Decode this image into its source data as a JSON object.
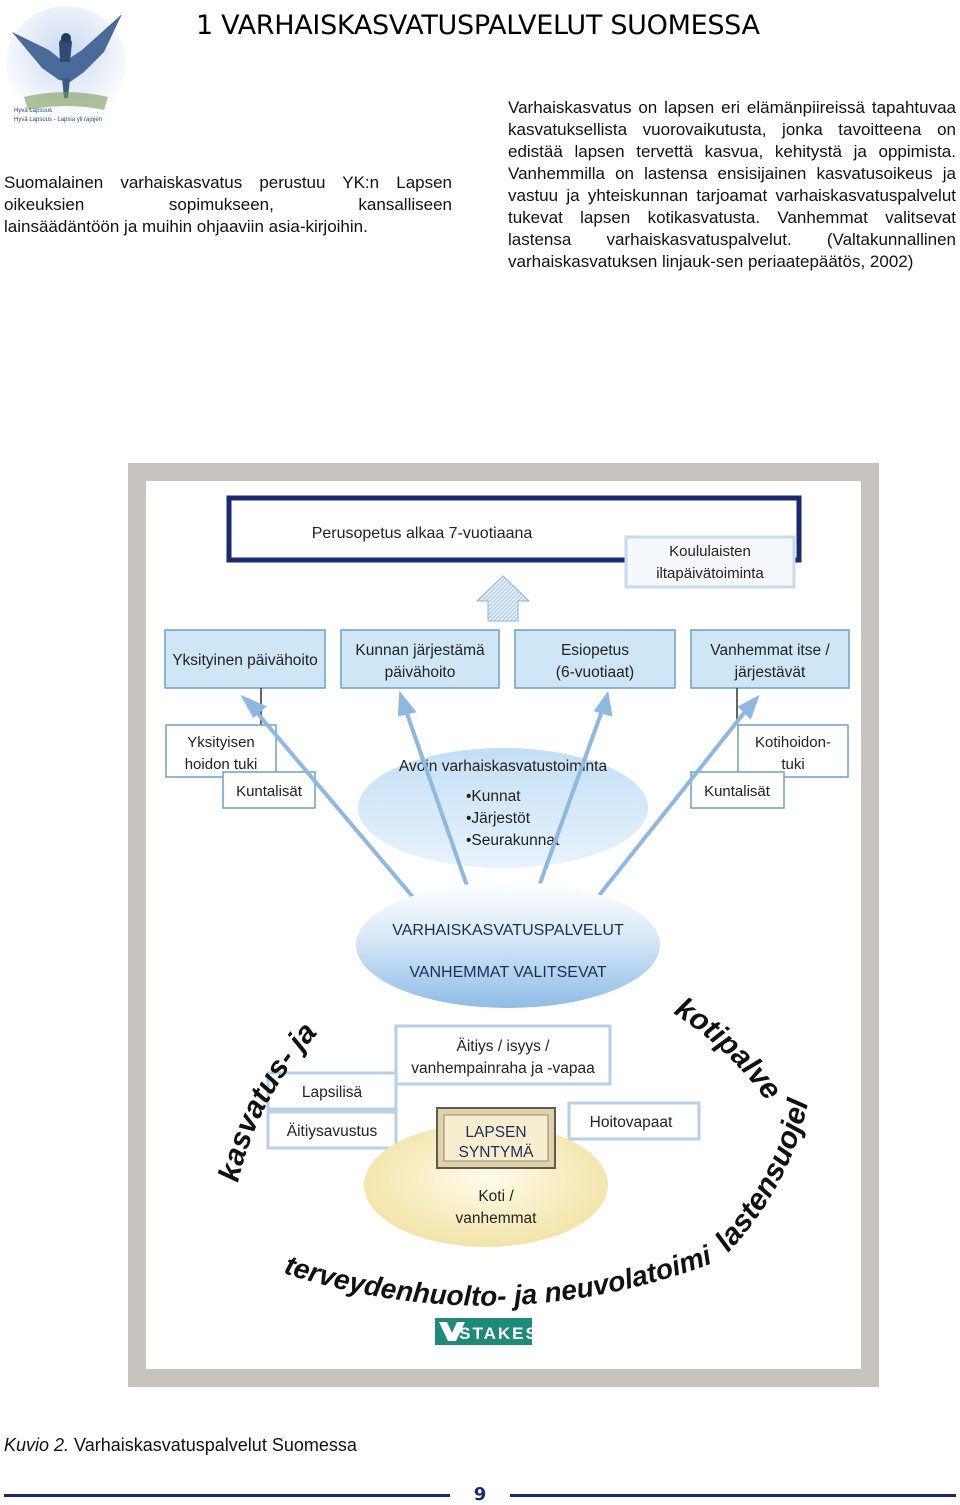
{
  "header": {
    "title": "1  VARHAISKASVATUSPALVELUT SUOMESSA",
    "logo_caption_1": "Hyvä Lapsuus",
    "logo_caption_2": "Hyvä Lapsuus - Lapsia yli rajojen"
  },
  "left_paragraph": {
    "lines": [
      "Suomalainen varhaiskasvatus perustuu YK:n",
      "Lapsen oikeuksien sopimukseen, kansalliseen",
      "lainsäädäntöön ja muihin ohjaaviin asia-kirjoihin."
    ]
  },
  "right_paragraph": {
    "text": "Varhaiskasvatus on lapsen eri elämänpiireissä tapahtuvaa kasvatuksellista vuorovaikutusta, jonka tavoitteena on edistää lapsen tervettä kasvua, kehitystä ja oppimista. Vanhemmilla on lastensa ensisijainen kasvatusoikeus ja vastuu ja yhteiskunnan tarjoamat varhaiskasvatuspalvelut tukevat lapsen kotikasvatusta. Vanhemmat valitsevat lastensa varhaiskasvatuspalvelut. (Valtakunnallinen varhaiskasvatuksen linjauk-sen periaatepäätös, 2002)"
  },
  "diagram": {
    "top_box": "Perusopetus alkaa 7-vuotiaana",
    "afternoon_box": [
      "Koululaisten",
      "iltapäivätoiminta"
    ],
    "service_boxes": [
      [
        "Yksityinen päivähoito"
      ],
      [
        "Kunnan järjestämä",
        "päivähoito"
      ],
      [
        "Esiopetus",
        "(6-vuotiaat)"
      ],
      [
        "Vanhemmat itse /",
        "järjestävät"
      ]
    ],
    "private_support": [
      "Yksityisen",
      "hoidon tuki"
    ],
    "home_care_support": [
      "Kotihoidon-",
      "tuki"
    ],
    "municipal_left": "Kuntalisät",
    "municipal_right": "Kuntalisät",
    "open_activity": {
      "title": "Avoin varhaiskasvatustoiminta",
      "items": [
        "•Kunnat",
        "•Järjestöt",
        "•Seurakunnat"
      ]
    },
    "main_ellipse": [
      "VARHAISKASVATUSPALVELUT",
      "VANHEMMAT VALITSEVAT"
    ],
    "parental_allowance": [
      "Äitiys / isyys /",
      "vanhempainraha ja -vapaa"
    ],
    "child_benefit": "Lapsilisä",
    "maternity_grant": "Äitiysavustus",
    "care_leave": "Hoitovapaat",
    "birth": [
      "LAPSEN",
      "SYNTYMÄ"
    ],
    "home": [
      "Koti /",
      "vanhemmat"
    ],
    "arc_left": "kasvatus- ja perheneuvola",
    "arc_right_top": "kotipalvelu",
    "arc_right_bottom": "lastensuojelu",
    "arc_bottom": "terveydenhuolto- ja neuvolatoiminta",
    "stakes_logo": "STAKES"
  },
  "caption": {
    "label": "Kuvio 2.",
    "text": " Varhaiskasvatuspalvelut Suomessa"
  },
  "footer": {
    "page_number": "9"
  },
  "colors": {
    "navy": "#1a2a6e",
    "frame_gray": "#c8c3bd",
    "box_fill": "#cfe6f7",
    "box_border": "#6f9fc9",
    "ellipse_light": "#dcecf9",
    "yellow_box": "#f5ecbf",
    "stakes_green": "#1f8a78"
  }
}
